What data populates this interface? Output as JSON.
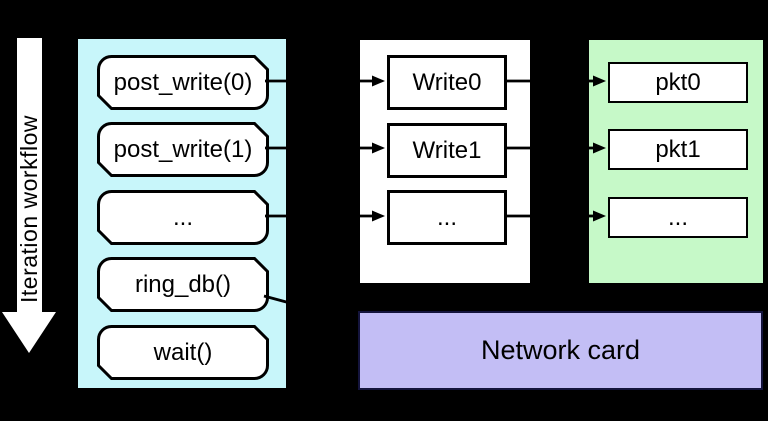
{
  "diagram": {
    "workflow_arrow": {
      "label": "Iteration workflow"
    },
    "workflow_panel": {
      "items": [
        "post_write(0)",
        "post_write(1)",
        "...",
        "ring_db()",
        "wait()"
      ]
    },
    "write_panel": {
      "items": [
        "Write0",
        "Write1",
        "..."
      ]
    },
    "pkt_panel": {
      "items": [
        "pkt0",
        "pkt1",
        "..."
      ]
    },
    "network_card": {
      "label": "Network card"
    },
    "colors": {
      "background": "#000000",
      "workflow_panel_fill": "#c8f6fa",
      "write_panel_fill": "#ffffff",
      "pkt_panel_fill": "#c6f9c8",
      "network_card_fill": "#c3bef5",
      "box_fill": "#ffffff",
      "stroke": "#000000",
      "arrow_fill": "#ffffff"
    }
  }
}
